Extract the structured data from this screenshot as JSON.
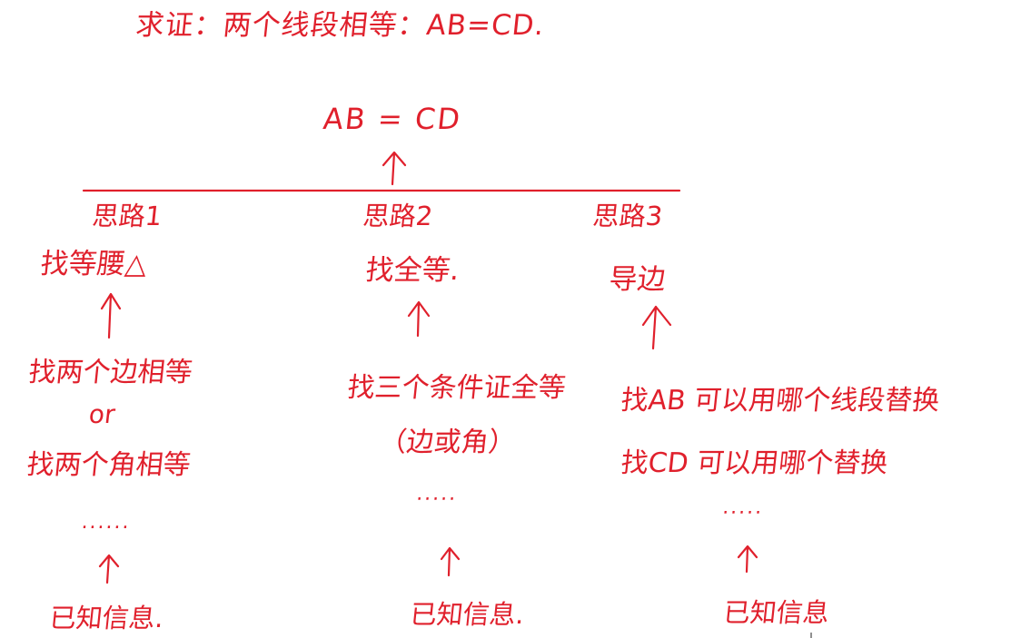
{
  "title": "求证：两个线段相等：AB=CD.",
  "goal": "AB =  CD",
  "paths": [
    {
      "heading": "思路1",
      "strategy": "找等腰△",
      "steps": [
        "找两个边相等",
        "or",
        "找两个角相等"
      ],
      "ellipsis": "......",
      "known": "已知信息."
    },
    {
      "heading": "思路2",
      "strategy": "找全等.",
      "steps": [
        "找三个条件证全等",
        "（边或角）"
      ],
      "ellipsis": "·····",
      "known": "已知信息."
    },
    {
      "heading": "思路3",
      "strategy": "导边",
      "steps": [
        "找AB 可以用哪个线段替换",
        "找CD 可以用哪个替换"
      ],
      "ellipsis": "·····",
      "known": "已知信息"
    }
  ],
  "ink_color": "#e0202c"
}
